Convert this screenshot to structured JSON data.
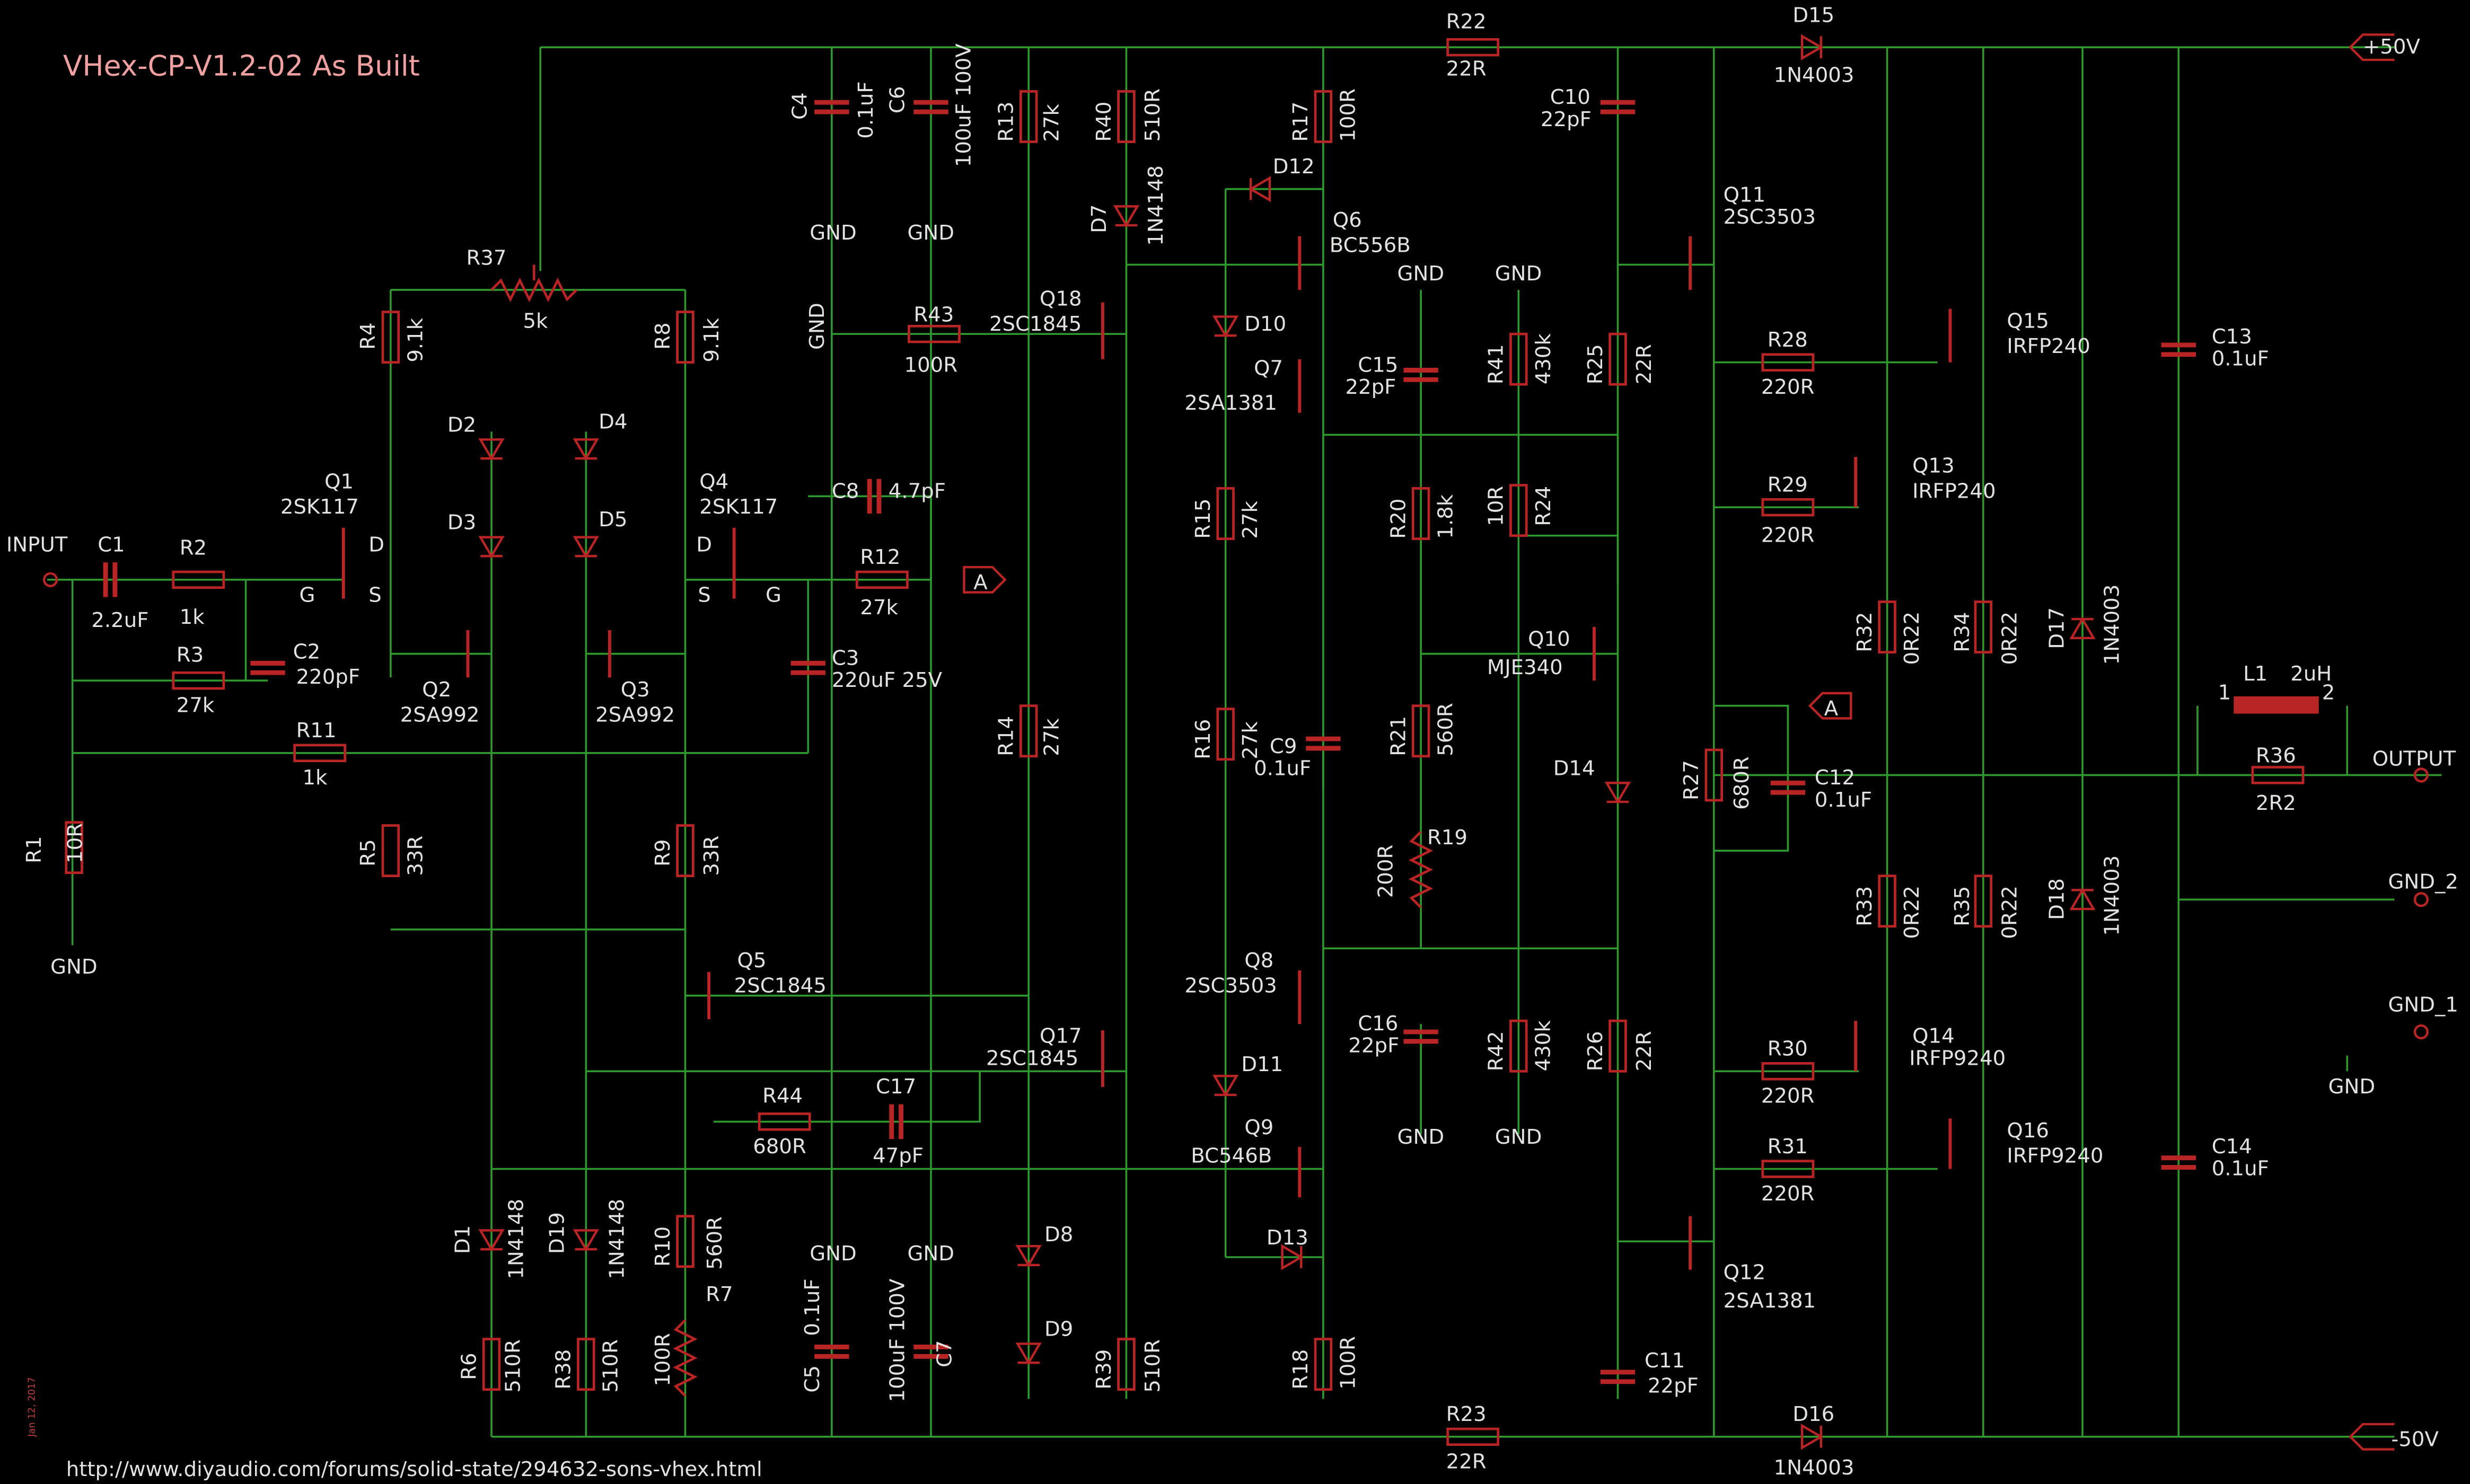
{
  "title": "VHex-CP-V1.2-02 As Built",
  "url": "http://www.diyaudio.com/forums/solid-state/294632-sons-vhex.html",
  "date": "Jan 12, 2017",
  "colors": {
    "background": "#000000",
    "wire": "#2e9a2e",
    "component": "#b92424",
    "text": "#e2e2e2",
    "title": "#f0a0a0"
  },
  "rails": {
    "pos": "+50V",
    "neg": "-50V"
  },
  "io": {
    "input": "INPUT",
    "output": "OUTPUT",
    "gnd1": "GND_1",
    "gnd2": "GND_2",
    "gnd": "GND",
    "conn_a": "A",
    "l1_pin1": "1",
    "l1_pin2": "2"
  },
  "pins": {
    "d": "D",
    "s": "S",
    "g": "G"
  },
  "components": [
    {
      "ref": "R1",
      "value": "10R"
    },
    {
      "ref": "R2",
      "value": "1k"
    },
    {
      "ref": "R3",
      "value": "27k"
    },
    {
      "ref": "R4",
      "value": "9.1k"
    },
    {
      "ref": "R5",
      "value": "33R"
    },
    {
      "ref": "R6",
      "value": "510R"
    },
    {
      "ref": "R7",
      "value": "100R"
    },
    {
      "ref": "R8",
      "value": "9.1k"
    },
    {
      "ref": "R9",
      "value": "33R"
    },
    {
      "ref": "R10",
      "value": "560R"
    },
    {
      "ref": "R11",
      "value": "1k"
    },
    {
      "ref": "R12",
      "value": "27k"
    },
    {
      "ref": "R13",
      "value": "27k"
    },
    {
      "ref": "R14",
      "value": "27k"
    },
    {
      "ref": "R15",
      "value": "27k"
    },
    {
      "ref": "R16",
      "value": "27k"
    },
    {
      "ref": "R17",
      "value": "100R"
    },
    {
      "ref": "R18",
      "value": "100R"
    },
    {
      "ref": "R19",
      "value": "200R"
    },
    {
      "ref": "R20",
      "value": "1.8k"
    },
    {
      "ref": "R21",
      "value": "560R"
    },
    {
      "ref": "R22",
      "value": "22R"
    },
    {
      "ref": "R23",
      "value": "22R"
    },
    {
      "ref": "R24",
      "value": "10R"
    },
    {
      "ref": "R25",
      "value": "22R"
    },
    {
      "ref": "R26",
      "value": "22R"
    },
    {
      "ref": "R27",
      "value": "680R"
    },
    {
      "ref": "R28",
      "value": "220R"
    },
    {
      "ref": "R29",
      "value": "220R"
    },
    {
      "ref": "R30",
      "value": "220R"
    },
    {
      "ref": "R31",
      "value": "220R"
    },
    {
      "ref": "R32",
      "value": "0R22"
    },
    {
      "ref": "R33",
      "value": "0R22"
    },
    {
      "ref": "R34",
      "value": "0R22"
    },
    {
      "ref": "R35",
      "value": "0R22"
    },
    {
      "ref": "R36",
      "value": "2R2"
    },
    {
      "ref": "R37",
      "value": "5k"
    },
    {
      "ref": "R38",
      "value": "510R"
    },
    {
      "ref": "R39",
      "value": "510R"
    },
    {
      "ref": "R40",
      "value": "510R"
    },
    {
      "ref": "R41",
      "value": "430k"
    },
    {
      "ref": "R42",
      "value": "430k"
    },
    {
      "ref": "R43",
      "value": "100R"
    },
    {
      "ref": "R44",
      "value": "680R"
    },
    {
      "ref": "C1",
      "value": "2.2uF"
    },
    {
      "ref": "C2",
      "value": "220pF"
    },
    {
      "ref": "C3",
      "value": "220uF 25V"
    },
    {
      "ref": "C4",
      "value": "0.1uF"
    },
    {
      "ref": "C5",
      "value": "0.1uF"
    },
    {
      "ref": "C6",
      "value": "100uF 100V"
    },
    {
      "ref": "C7",
      "value": "100uF 100V"
    },
    {
      "ref": "C8",
      "value": "4.7pF"
    },
    {
      "ref": "C9",
      "value": "0.1uF"
    },
    {
      "ref": "C10",
      "value": "22pF"
    },
    {
      "ref": "C11",
      "value": "22pF"
    },
    {
      "ref": "C12",
      "value": "0.1uF"
    },
    {
      "ref": "C13",
      "value": "0.1uF"
    },
    {
      "ref": "C14",
      "value": "0.1uF"
    },
    {
      "ref": "C15",
      "value": "22pF"
    },
    {
      "ref": "C16",
      "value": "22pF"
    },
    {
      "ref": "C17",
      "value": "47pF"
    },
    {
      "ref": "D1",
      "value": "1N4148"
    },
    {
      "ref": "D2",
      "value": ""
    },
    {
      "ref": "D3",
      "value": ""
    },
    {
      "ref": "D4",
      "value": ""
    },
    {
      "ref": "D5",
      "value": ""
    },
    {
      "ref": "D7",
      "value": "1N4148"
    },
    {
      "ref": "D8",
      "value": ""
    },
    {
      "ref": "D9",
      "value": ""
    },
    {
      "ref": "D10",
      "value": ""
    },
    {
      "ref": "D11",
      "value": ""
    },
    {
      "ref": "D12",
      "value": ""
    },
    {
      "ref": "D13",
      "value": ""
    },
    {
      "ref": "D14",
      "value": ""
    },
    {
      "ref": "D15",
      "value": "1N4003"
    },
    {
      "ref": "D16",
      "value": "1N4003"
    },
    {
      "ref": "D17",
      "value": "1N4003"
    },
    {
      "ref": "D18",
      "value": "1N4003"
    },
    {
      "ref": "D19",
      "value": "1N4148"
    },
    {
      "ref": "Q1",
      "value": "2SK117"
    },
    {
      "ref": "Q2",
      "value": "2SA992"
    },
    {
      "ref": "Q3",
      "value": "2SA992"
    },
    {
      "ref": "Q4",
      "value": "2SK117"
    },
    {
      "ref": "Q5",
      "value": "2SC1845"
    },
    {
      "ref": "Q6",
      "value": "BC556B"
    },
    {
      "ref": "Q7",
      "value": "2SA1381"
    },
    {
      "ref": "Q8",
      "value": "2SC3503"
    },
    {
      "ref": "Q9",
      "value": "BC546B"
    },
    {
      "ref": "Q10",
      "value": "MJE340"
    },
    {
      "ref": "Q11",
      "value": "2SC3503"
    },
    {
      "ref": "Q12",
      "value": "2SA1381"
    },
    {
      "ref": "Q13",
      "value": "IRFP240"
    },
    {
      "ref": "Q14",
      "value": "IRFP9240"
    },
    {
      "ref": "Q15",
      "value": "IRFP240"
    },
    {
      "ref": "Q16",
      "value": "IRFP9240"
    },
    {
      "ref": "Q17",
      "value": "2SC1845"
    },
    {
      "ref": "Q18",
      "value": "2SC1845"
    },
    {
      "ref": "L1",
      "value": "2uH"
    }
  ]
}
